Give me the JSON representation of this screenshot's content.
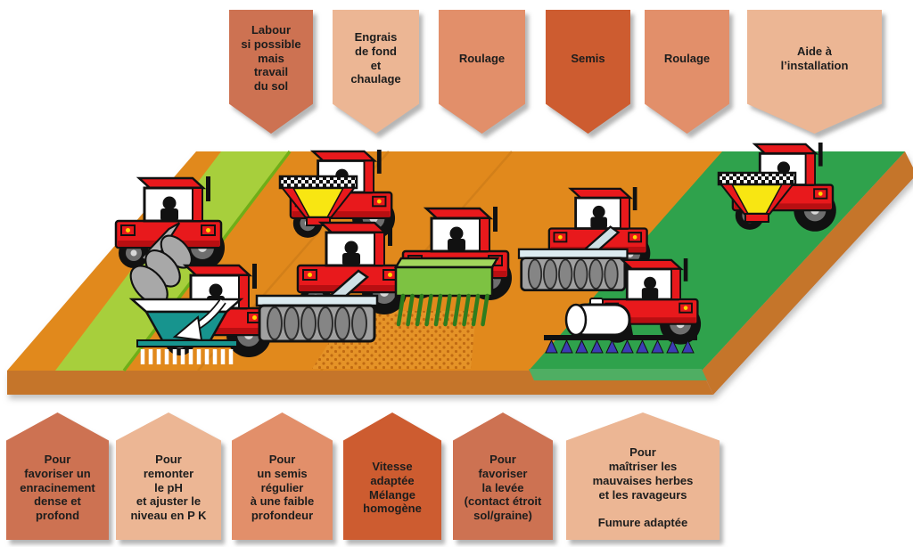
{
  "top_banners": [
    {
      "label": "Labour\nsi possible\nmais\ntravail\ndu sol",
      "tone": "mid"
    },
    {
      "label": "Engrais\nde fond\net\nchaulage",
      "tone": "light"
    },
    {
      "label": "Roulage",
      "tone": "midlight"
    },
    {
      "label": "Semis",
      "tone": "dark"
    },
    {
      "label": "Roulage",
      "tone": "midlight"
    },
    {
      "label": "Aide à\nl’installation",
      "tone": "light"
    }
  ],
  "bottom_banners": [
    {
      "label": "Pour\nfavoriser un\nenracinement\ndense et\nprofond",
      "tone": "mid"
    },
    {
      "label": "Pour\nremonter\nle pH\net ajuster le\nniveau en P K",
      "tone": "light"
    },
    {
      "label": "Pour\nun semis\nrégulier\nà une faible\nprofondeur",
      "tone": "midlight"
    },
    {
      "label": "Vitesse\nadaptée\nMélange\nhomogène",
      "tone": "dark"
    },
    {
      "label": "Pour\nfavoriser\nla levée\n(contact étroit\nsol/graine)",
      "tone": "mid"
    },
    {
      "label": "Pour\nmaîtriser les\nmauvaises herbes\net les ravageurs\n\nFumure adaptée",
      "tone": "light"
    }
  ],
  "colors": {
    "banner_dark": "#cd5c30",
    "banner_mid": "#cd7252",
    "banner_midlight": "#e28f6a",
    "banner_light": "#ecb694",
    "field_top": "#e1891e",
    "field_side": "#c5742a",
    "strip_lime": "#a7cf3c",
    "strip_green": "#2fa24c",
    "text": "#1d1d1d"
  },
  "field": {
    "tractors": [
      {
        "implement": "disc-plow",
        "zone": "left-edge"
      },
      {
        "implement": "teal-spreader-with-tines",
        "zone": "lime-strip"
      },
      {
        "implement": "yellow-fertilizer-hopper",
        "zone": "tilled-soil"
      },
      {
        "implement": "roller",
        "zone": "tilled-soil"
      },
      {
        "implement": "seed-drill",
        "zone": "tilled-soil"
      },
      {
        "implement": "roller",
        "zone": "tilled-soil"
      },
      {
        "implement": "sprayer-boom",
        "zone": "green-crop"
      },
      {
        "implement": "yellow-fertilizer-hopper",
        "zone": "green-crop"
      }
    ]
  }
}
